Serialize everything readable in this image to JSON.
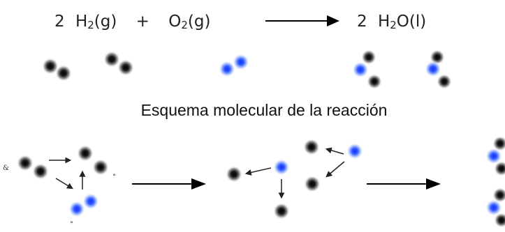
{
  "equation": {
    "reactant1_coef": "2",
    "reactant1_main": "H",
    "reactant1_sub": "2",
    "reactant1_state": "(g)",
    "plus": "+",
    "reactant2_main": "O",
    "reactant2_sub": "2",
    "reactant2_state": "(g)",
    "product_coef": "2",
    "product_main1": "H",
    "product_sub": "2",
    "product_main2": "O(l)"
  },
  "caption": "Esquema molecular de la reacción",
  "marks": {
    "left": "&",
    "right": "∘",
    "bottom": "∘"
  },
  "colors": {
    "hydrogen": "#1c1c1c",
    "oxygen": "#2f5cff",
    "arrow": "#000000",
    "text": "#222222",
    "background": "#ffffff"
  }
}
